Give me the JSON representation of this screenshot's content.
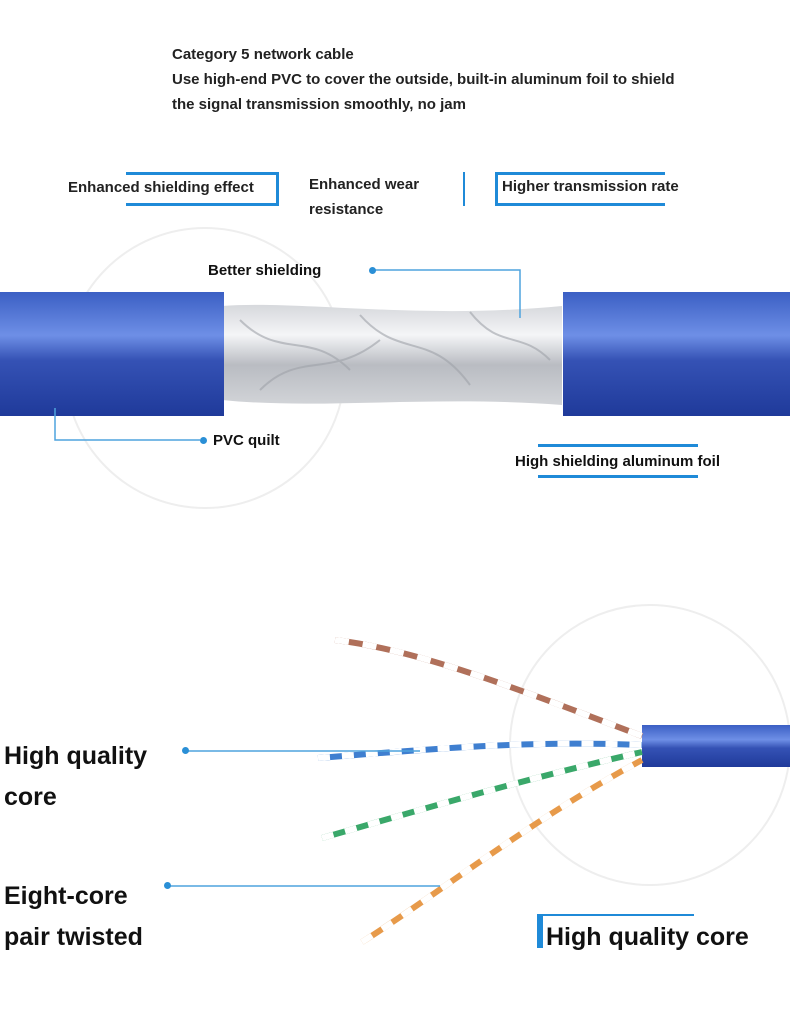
{
  "header": {
    "title": "Category 5 network cable",
    "line2": "Use high-end PVC to cover the outside, built-in aluminum foil to shield",
    "line3": "the signal transmission smoothly, no jam"
  },
  "features": {
    "shielding": "Enhanced shielding effect",
    "wear_line1": "Enhanced wear",
    "wear_line2": "resistance",
    "transmission": "Higher transmission rate"
  },
  "callouts": {
    "better_shielding": "Better shielding",
    "pvc_quilt": "PVC quilt",
    "aluminum_foil": "High shielding aluminum foil"
  },
  "lower": {
    "high_quality_line1": "High quality",
    "high_quality_line2": "core",
    "eight_core_line1": "Eight-core",
    "eight_core_line2": "pair twisted",
    "bottom_label": "High quality core"
  },
  "colors": {
    "accent": "#1f8ad8",
    "cable_blue": "#2e4fb0",
    "foil": "#c9ccd0"
  }
}
